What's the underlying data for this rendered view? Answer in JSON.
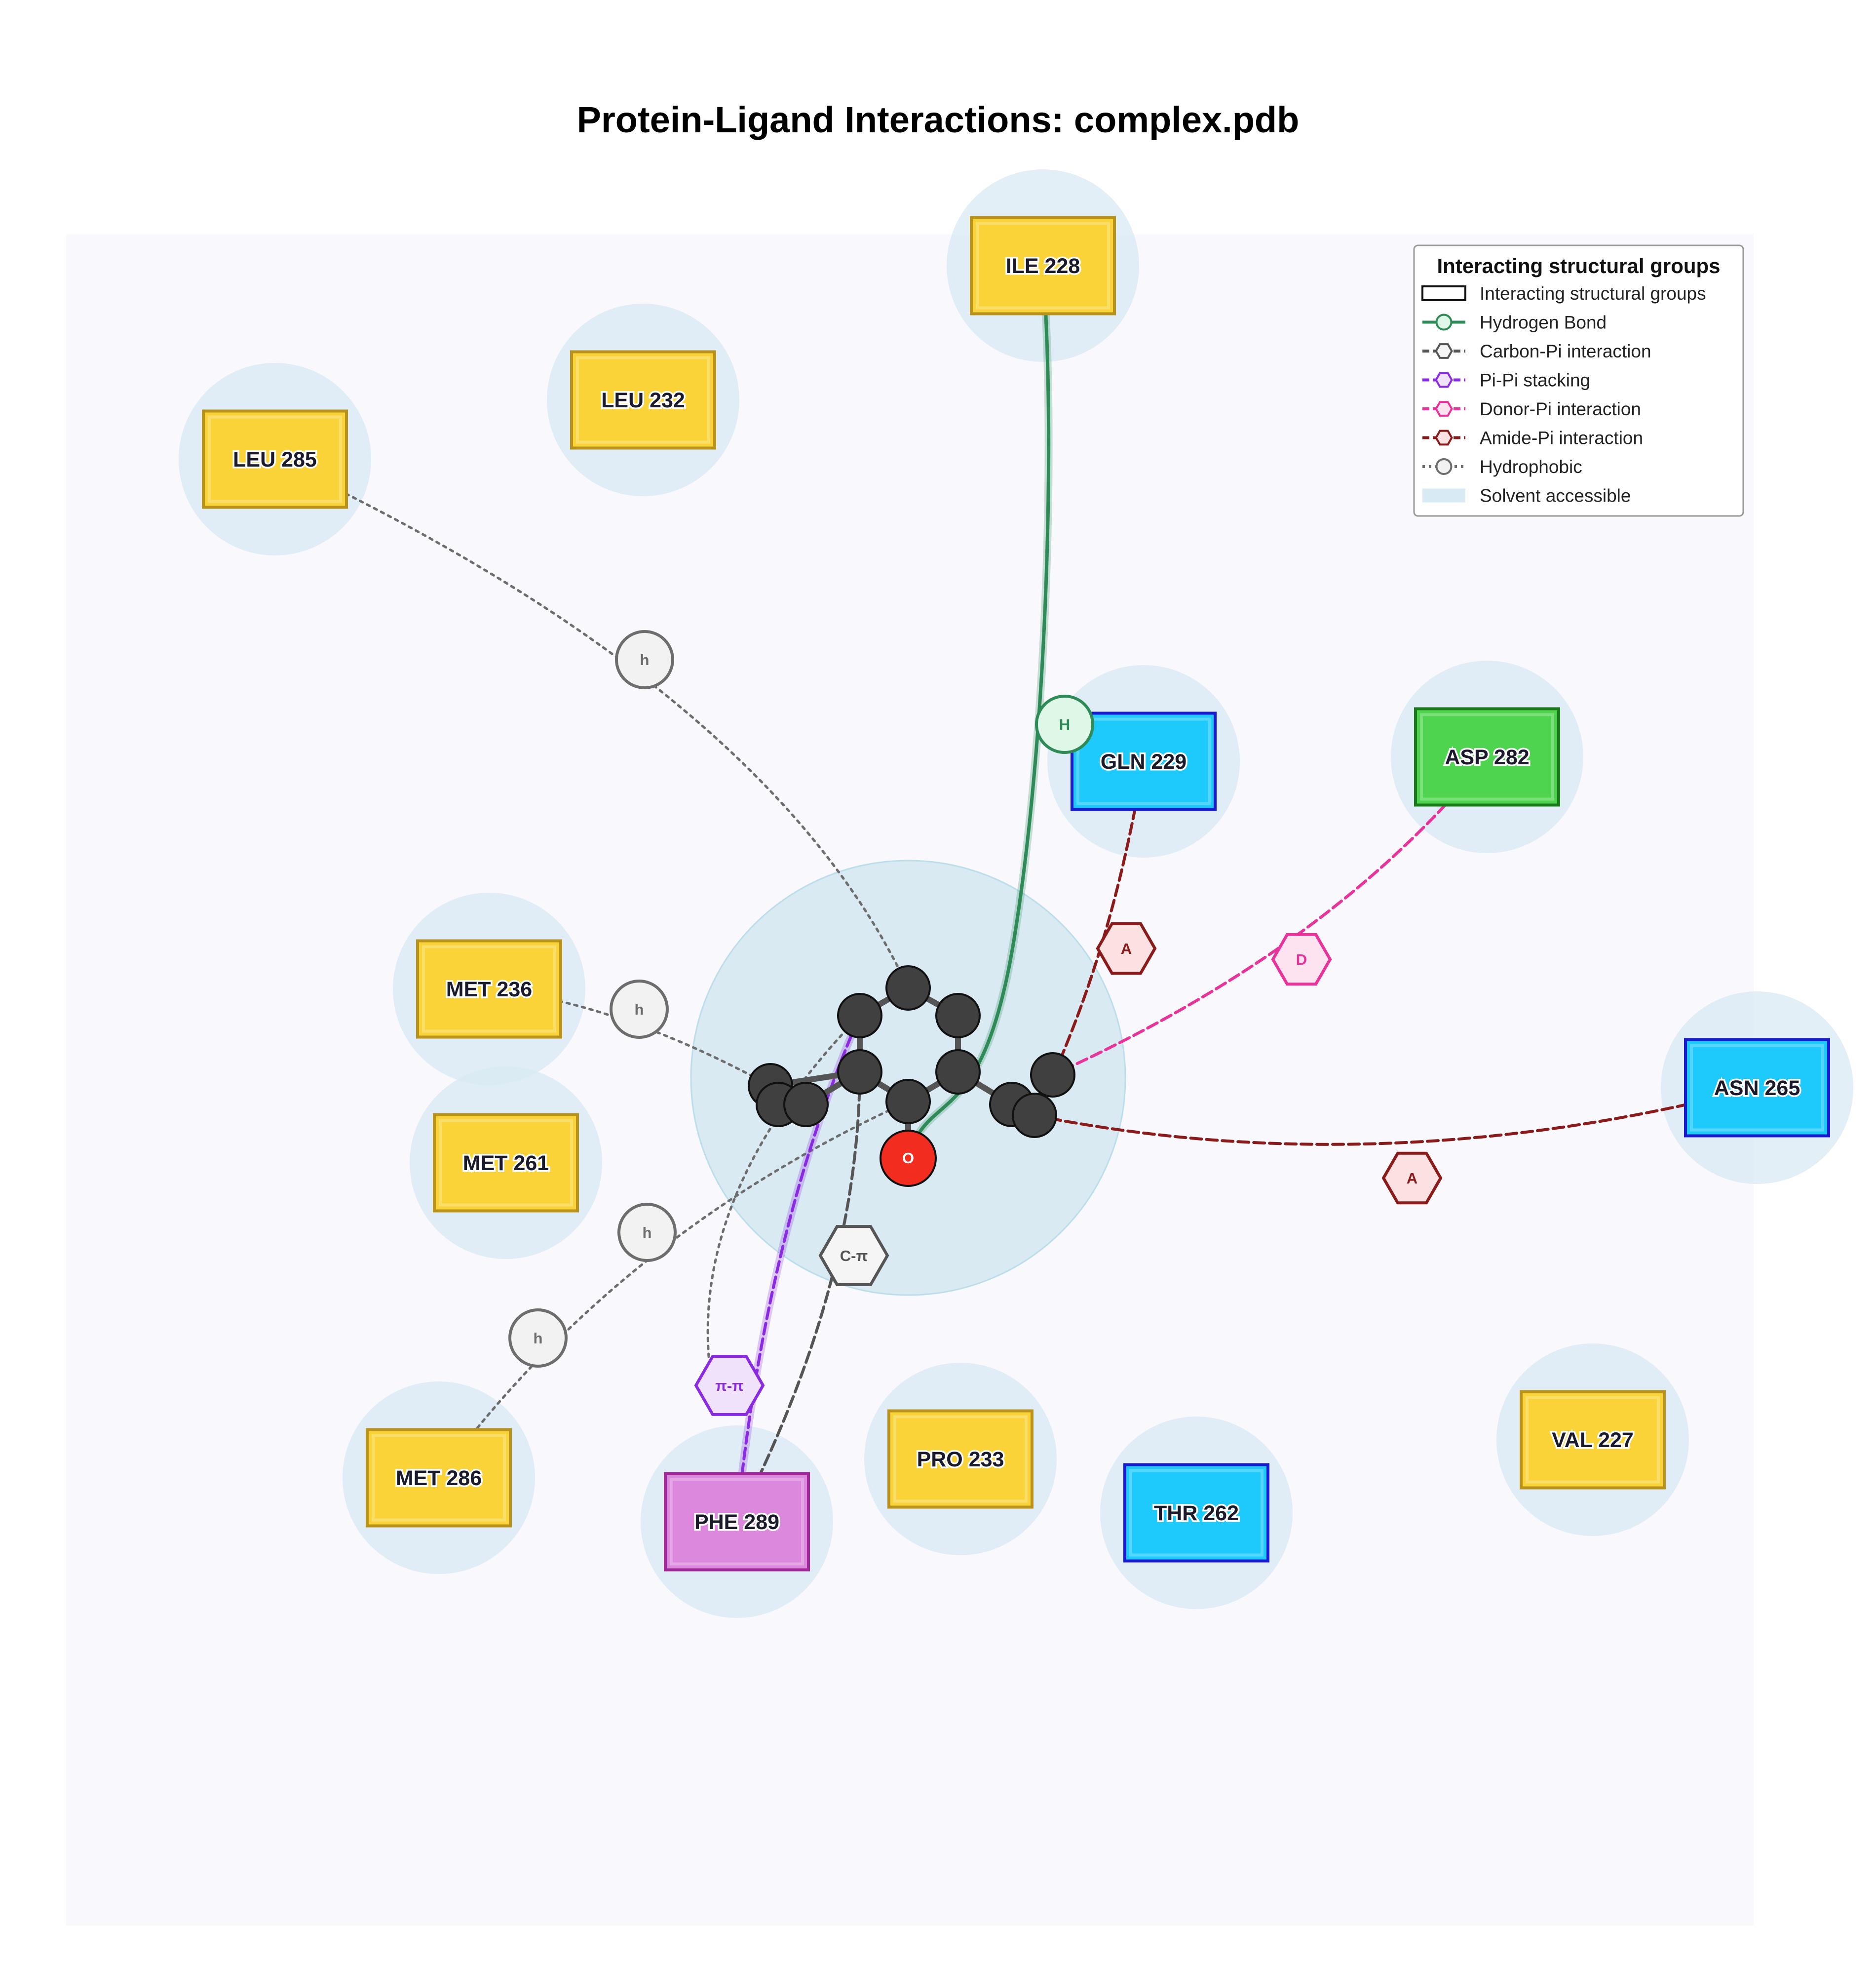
{
  "title": "Protein-Ligand Interactions: complex.pdb",
  "colors": {
    "hydrophobic_residue": "#f9d338",
    "polar_residue": "#1ec9fb",
    "acidic_residue": "#4fd44f",
    "aromatic_residue": "#dc88dc",
    "solvent_accessible": "#d8eaf3",
    "hydrogen_bond": "#2e8b57",
    "carbon_pi": "#555555",
    "pi_pi": "#8a2be2",
    "donor_pi": "#e8349a",
    "amide_pi": "#8b1a1a",
    "hydrophobic": "#6d6d6d",
    "ligand_atom": "#404040",
    "oxygen_atom": "#f22d1f"
  },
  "residues": [
    {
      "id": "ile228",
      "label": "ILE 228",
      "class": "hydrophobic"
    },
    {
      "id": "leu232",
      "label": "LEU 232",
      "class": "hydrophobic"
    },
    {
      "id": "leu285",
      "label": "LEU 285",
      "class": "hydrophobic"
    },
    {
      "id": "gln229",
      "label": "GLN 229",
      "class": "polar"
    },
    {
      "id": "asp282",
      "label": "ASP 282",
      "class": "acidic"
    },
    {
      "id": "met236",
      "label": "MET 236",
      "class": "hydrophobic"
    },
    {
      "id": "met261",
      "label": "MET 261",
      "class": "hydrophobic"
    },
    {
      "id": "asn265",
      "label": "ASN 265",
      "class": "polar"
    },
    {
      "id": "met286",
      "label": "MET 286",
      "class": "hydrophobic"
    },
    {
      "id": "phe289",
      "label": "PHE 289",
      "class": "aromatic"
    },
    {
      "id": "pro233",
      "label": "PRO 233",
      "class": "hydrophobic"
    },
    {
      "id": "thr262",
      "label": "THR 262",
      "class": "polar"
    },
    {
      "id": "val227",
      "label": "VAL 227",
      "class": "hydrophobic"
    }
  ],
  "ligand": {
    "oxygen_label": "O"
  },
  "interactions": [
    {
      "id": "hb-ile228",
      "type": "hydrogen_bond",
      "residue": "ILE 228",
      "marker": "H"
    },
    {
      "id": "hyd-leu285",
      "type": "hydrophobic",
      "residue": "LEU 285",
      "marker": "h"
    },
    {
      "id": "hyd-met236",
      "type": "hydrophobic",
      "residue": "MET 236",
      "marker": "h"
    },
    {
      "id": "hyd-phe289",
      "type": "hydrophobic",
      "residue": "PHE 289",
      "marker": "h"
    },
    {
      "id": "hyd-met286",
      "type": "hydrophobic",
      "residue": "MET 286",
      "marker": "h"
    },
    {
      "id": "amide-gln229",
      "type": "amide_pi",
      "residue": "GLN 229",
      "marker": "A"
    },
    {
      "id": "donor-asp282",
      "type": "donor_pi",
      "residue": "ASP 282",
      "marker": "D"
    },
    {
      "id": "amide-asn265",
      "type": "amide_pi",
      "residue": "ASN 265",
      "marker": "A"
    },
    {
      "id": "cpi-phe289",
      "type": "carbon_pi",
      "residue": "PHE 289",
      "marker": "C-π"
    },
    {
      "id": "pipi-phe289",
      "type": "pi_pi",
      "residue": "PHE 289",
      "marker": "π-π"
    }
  ],
  "legend": {
    "title": "Interacting structural groups",
    "items": [
      {
        "label": "Interacting structural groups",
        "kind": "box"
      },
      {
        "label": "Hydrogen Bond",
        "kind": "hydrogen_bond"
      },
      {
        "label": "Carbon-Pi interaction",
        "kind": "carbon_pi"
      },
      {
        "label": "Pi-Pi stacking",
        "kind": "pi_pi"
      },
      {
        "label": "Donor-Pi interaction",
        "kind": "donor_pi"
      },
      {
        "label": "Amide-Pi interaction",
        "kind": "amide_pi"
      },
      {
        "label": "Hydrophobic",
        "kind": "hydrophobic"
      },
      {
        "label": "Solvent accessible",
        "kind": "solvent"
      }
    ]
  }
}
